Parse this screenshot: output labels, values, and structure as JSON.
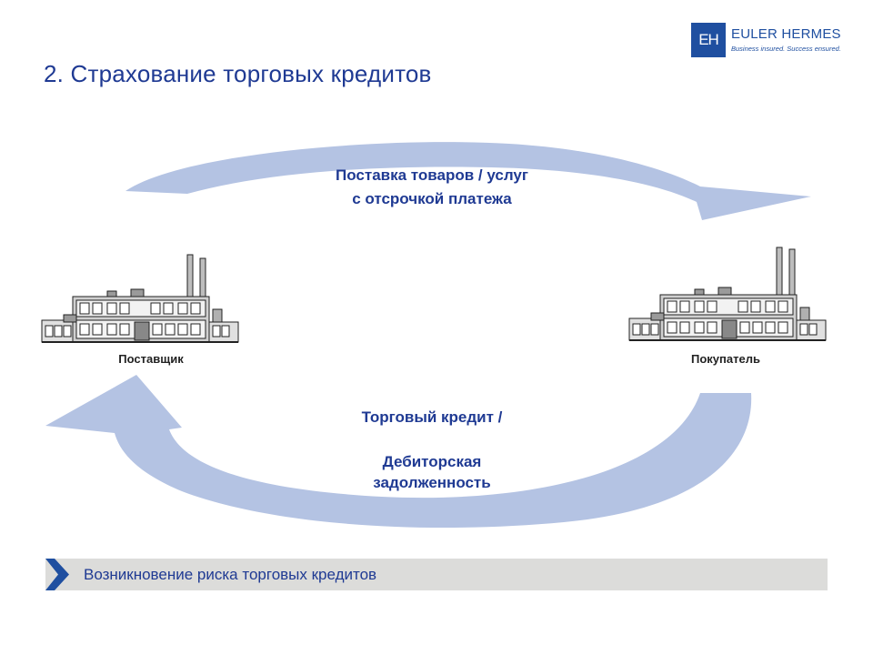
{
  "slide": {
    "title": "2. Страхование торговых кредитов"
  },
  "logo": {
    "mark": "EH",
    "name": "EULER HERMES",
    "tagline": "Business insured. Success ensured."
  },
  "diagram": {
    "top_arrow_label_line1": "Поставка товаров / услуг",
    "top_arrow_label_line2": "с отсрочкой платежа",
    "bottom_arrow_label_line1": "Торговый кредит /",
    "bottom_arrow_label_line2": "Дебиторская",
    "bottom_arrow_label_line3": "задолженность",
    "supplier_label": "Поставщик",
    "buyer_label": "Покупатель",
    "arrow_color": "#b4c3e3",
    "text_color": "#1f3a93"
  },
  "footer": {
    "bar_text": "Возникновение риска торговых кредитов",
    "chevron_color": "#1f4fa0"
  }
}
